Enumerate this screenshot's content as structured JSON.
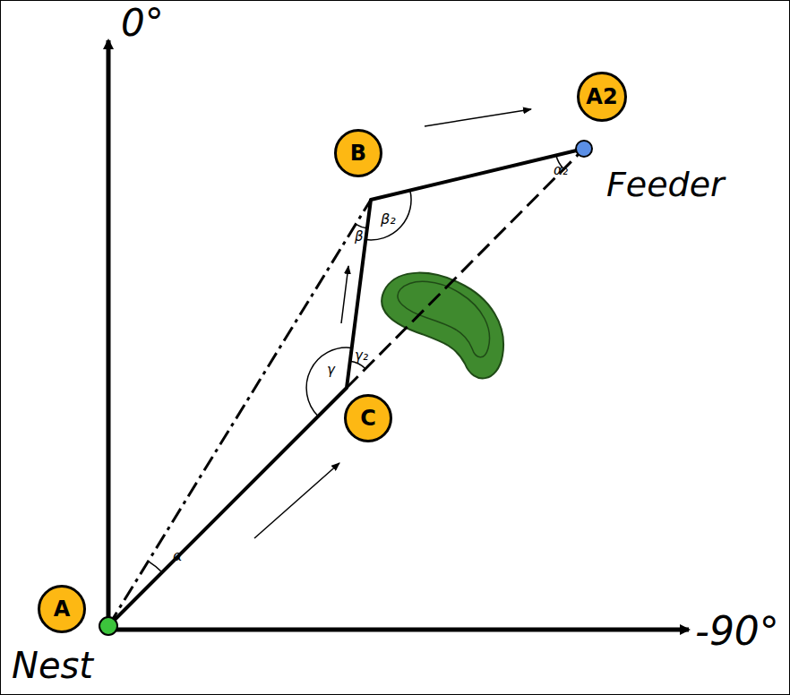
{
  "diagram": {
    "nodes": [
      {
        "text": [
          "A2"
        ]
      },
      {
        "text": [
          "B"
        ]
      },
      {
        "text": [
          "C"
        ]
      },
      {
        "text": [
          "A"
        ]
      }
    ],
    "labels": [
      "0°",
      "Feeder",
      "β₂",
      "α₂",
      "β",
      "γ₂",
      "γ",
      "α",
      "-90°",
      "Nest"
    ]
  }
}
